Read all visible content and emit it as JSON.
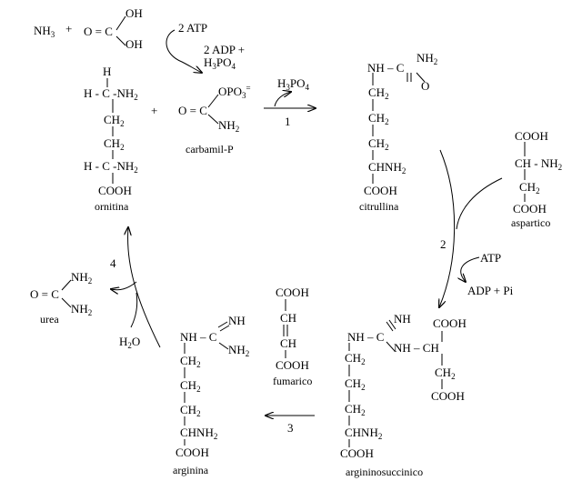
{
  "reactants": {
    "nh3": "NH",
    "nh3_sub": "3",
    "plus": "+",
    "carbonic_left": "O = C",
    "oh_top": "OH",
    "oh_bottom": "OH",
    "atp": "2 ATP",
    "adp": "2 ADP +",
    "h3po4_h": "H",
    "h3po4_sub3": "3",
    "h3po4_po": "PO",
    "h3po4_sub4": "4"
  },
  "ornithine": {
    "top_h": "H",
    "h_c_nh2_1": "H - C -NH",
    "ch2_a": "CH",
    "ch2_b": "CH",
    "h_c_nh2_2": "H - C -NH",
    "cooh": "COOH",
    "name": "ornitina",
    "sub2": "2"
  },
  "carbamyl_p": {
    "plus": "+",
    "oc": "O = C",
    "opo3": "OPO",
    "opo3_sub": "3",
    "opo3_sup": "=",
    "nh2": "NH",
    "sub2": "2",
    "name": "carbamil-P"
  },
  "step1": {
    "h3po4_h": "H",
    "h3po4_sub3": "3",
    "h3po4_po": "PO",
    "h3po4_sub4": "4",
    "number": "1"
  },
  "citrulline": {
    "nh_c": "NH – C",
    "nh2_top": "NH",
    "o": "O",
    "ch2_a": "CH",
    "ch2_b": "CH",
    "ch2_c": "CH",
    "chnh2": "CHNH",
    "cooh": "COOH",
    "name": "citrullina",
    "sub2": "2"
  },
  "aspartate": {
    "cooh_top": "COOH",
    "ch_nh2": "CH - NH",
    "ch2": "CH",
    "cooh_bottom": "COOH",
    "name": "aspartico",
    "sub2": "2"
  },
  "step2": {
    "number": "2",
    "atp": "ATP",
    "adp_pi": "ADP  + Pi"
  },
  "urea": {
    "oc": "O = C",
    "nh2_top": "NH",
    "nh2_bottom": "NH",
    "sub2": "2",
    "name": "urea"
  },
  "step4": {
    "number": "4",
    "h2o_h": "H",
    "h2o_sub": "2",
    "h2o_o": "O"
  },
  "arginine": {
    "nh_c": "NH – C",
    "nh": "NH",
    "nh2": "NH",
    "ch2_a": "CH",
    "ch2_b": "CH",
    "ch2_c": "CH",
    "chnh2": "CHNH",
    "cooh": "COOH",
    "name": "arginina",
    "sub2": "2"
  },
  "fumarate": {
    "cooh_top": "COOH",
    "ch_a": "CH",
    "ch_b": "CH",
    "cooh_bottom": "COOH",
    "name": "fumarico"
  },
  "step3": {
    "number": "3"
  },
  "argininosuccinate": {
    "nh_c": "NH – C",
    "nh_top": "NH",
    "nh_ch": "NH – CH",
    "cooh_top": "COOH",
    "ch2_right": "CH",
    "cooh_right": "COOH",
    "ch2_a": "CH",
    "ch2_b": "CH",
    "ch2_c": "CH",
    "chnh2": "CHNH",
    "cooh": "COOH",
    "name": "argininosuccinico",
    "sub2": "2"
  }
}
